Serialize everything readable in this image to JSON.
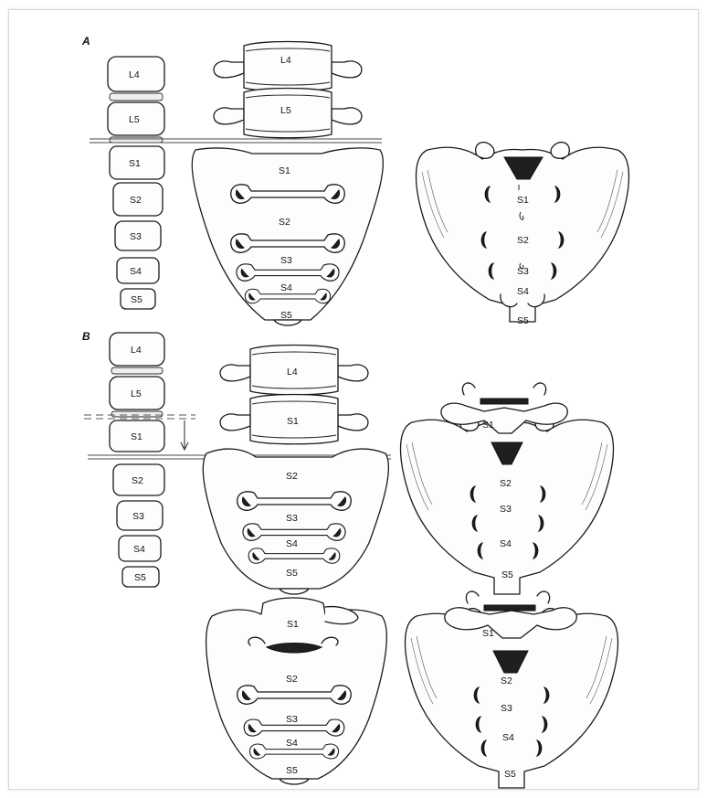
{
  "panels": {
    "a": "A",
    "b": "B"
  },
  "column_a": [
    "L4",
    "L5",
    "S1",
    "S2",
    "S3",
    "S4",
    "S5"
  ],
  "column_b": [
    "L4",
    "L5",
    "S1",
    "S2",
    "S3",
    "S4",
    "S5"
  ],
  "anterior_a": [
    "L4",
    "L5",
    "S1",
    "S2",
    "S3",
    "S4",
    "S5"
  ],
  "posterior_a": [
    "S1",
    "S2",
    "S3",
    "S4",
    "S5"
  ],
  "anterior_b": [
    "L4",
    "S1",
    "S2",
    "S3",
    "S4",
    "S5"
  ],
  "posterior_b": [
    "S1",
    "S2",
    "S3",
    "S4",
    "S5"
  ],
  "anterior_c": [
    "S1",
    "S2",
    "S3",
    "S4",
    "S5"
  ],
  "posterior_c": [
    "S1",
    "S2",
    "S3",
    "S4",
    "S5"
  ]
}
